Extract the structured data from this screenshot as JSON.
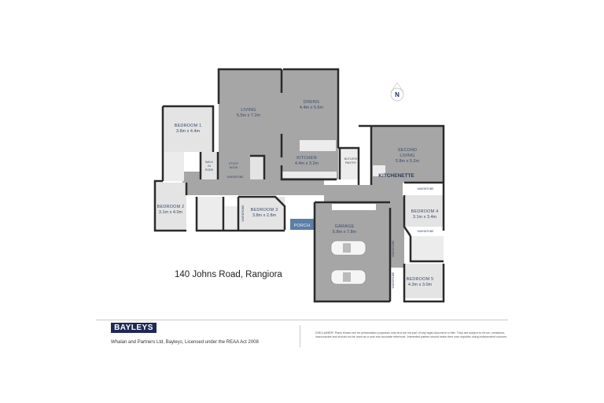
{
  "property": {
    "address": "140 Johns Road, Rangiora"
  },
  "compass": {
    "label": "N"
  },
  "rooms": {
    "living": {
      "name": "LIVING",
      "dims": "5.5m x 7.2m"
    },
    "dining": {
      "name": "DINING",
      "dims": "4.4m x 5.6m"
    },
    "kitchen": {
      "name": "KITCHEN",
      "dims": "4.4m x 3.2m"
    },
    "bedroom1": {
      "name": "BEDROOM 1",
      "dims": "3.8m x 4.4m"
    },
    "bedroom2": {
      "name": "BEDROOM 2",
      "dims": "3.1m x 4.0m"
    },
    "bedroom3": {
      "name": "BEDROOM 3",
      "dims": "3.8m x 2.8m"
    },
    "bedroom4": {
      "name": "BEDROOM 4",
      "dims": "3.1m x 3.4m"
    },
    "bedroom5": {
      "name": "BEDROOM 5",
      "dims": "4.3m x 3.0m"
    },
    "second_living": {
      "name_line1": "SECOND",
      "name_line2": "LIVING",
      "dims": "5.8m x 5.2m"
    },
    "garage": {
      "name": "GARAGE",
      "dims": "5.8m x 7.8m"
    },
    "kitchenette": {
      "name": "KITCHENETTE"
    },
    "porch": {
      "name": "PORCH"
    },
    "study_nook": {
      "line1": "STUDY",
      "line2": "NOOK"
    },
    "walk_in_robe": {
      "line1": "WALK",
      "line2": "IN",
      "line3": "ROBE"
    },
    "butlers_pantry": {
      "line1": "BUTLERS",
      "line2": "PANTRY"
    },
    "wardrobe": "WARDROBE"
  },
  "footer": {
    "brand": "BAYLEYS",
    "agency_line": "Whalan and Partners Ltd, Bayleys, Licensed under the REAA Act 2008",
    "disclaimer": "DISCLAIMER: Plans shown are for presentation purposes only and are not part of any legal document or title. They are subject to errors, omissions, inaccuracies and should not be used as a sole and accurate reference. Interested parties should make their own inquiries using independent sources."
  },
  "colors": {
    "floor": "#a6a6a6",
    "room_light": "#e4e4e4",
    "wall": "#2a2a2a",
    "text": "#3a4a6b",
    "porch": "#5b7fa6",
    "brand_bg": "#1c2a55"
  }
}
